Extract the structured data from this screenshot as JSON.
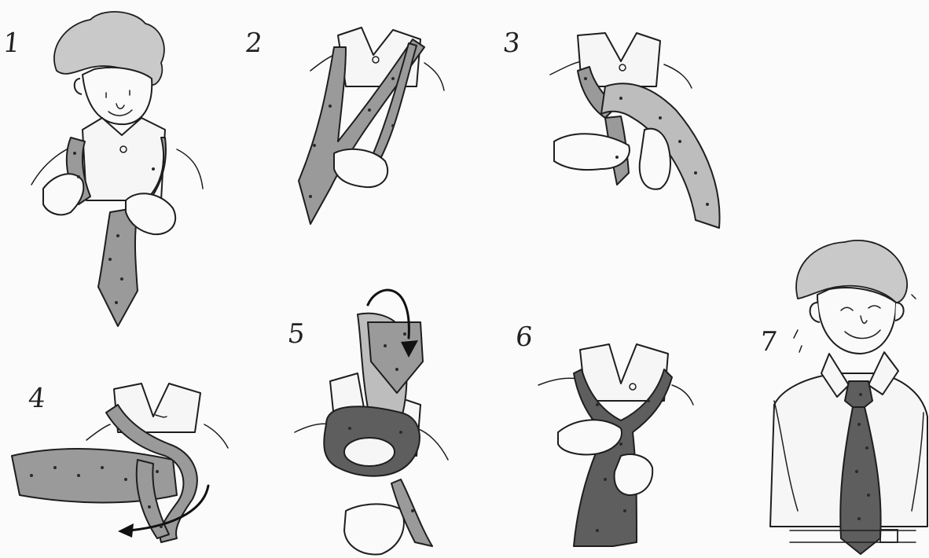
{
  "steps": [
    {
      "label": "1"
    },
    {
      "label": "2"
    },
    {
      "label": "3"
    },
    {
      "label": "4"
    },
    {
      "label": "5"
    },
    {
      "label": "6"
    },
    {
      "label": "7"
    }
  ],
  "colors": {
    "ink": "#1e1e1e",
    "tie": "#9a9a9a",
    "tie_dark": "#5e5e5e",
    "hair": "#c9c9c9",
    "background": "#fbfbfb"
  }
}
